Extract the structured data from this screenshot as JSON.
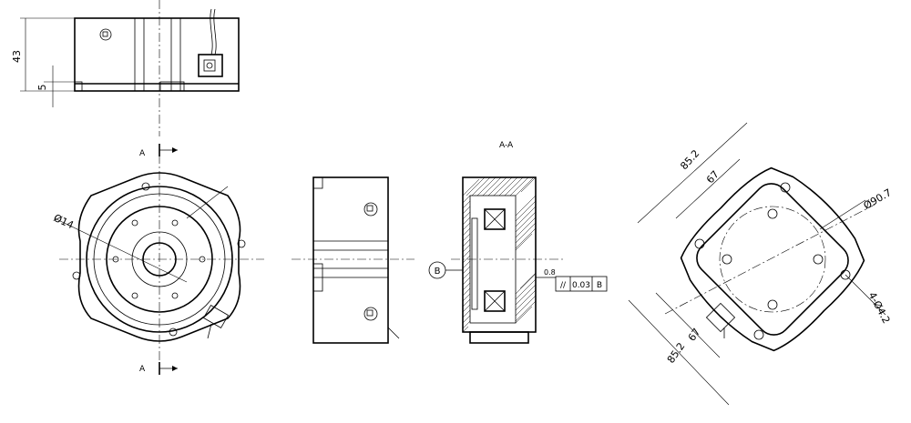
{
  "section_labels": {
    "section_marker_top": "A",
    "section_marker_bottom": "A",
    "section_title": "A-A"
  },
  "top_view_dims": {
    "height_total": "43",
    "height_base": "5"
  },
  "front_view_dims": {
    "shaft_diameter": "Ø14"
  },
  "section_view": {
    "datum_label": "B",
    "surface_value": "0.8",
    "tolerance_symbol": "//",
    "tolerance_value": "0.03",
    "tolerance_datum": "B"
  },
  "rotated_view_dims": {
    "outer_width_top": "85.2",
    "inner_width_top": "67",
    "pitch_circle": "Ø90.7",
    "holes": "4-Ø4.2",
    "inner_width_bottom": "67",
    "outer_width_bottom": "85.2"
  }
}
